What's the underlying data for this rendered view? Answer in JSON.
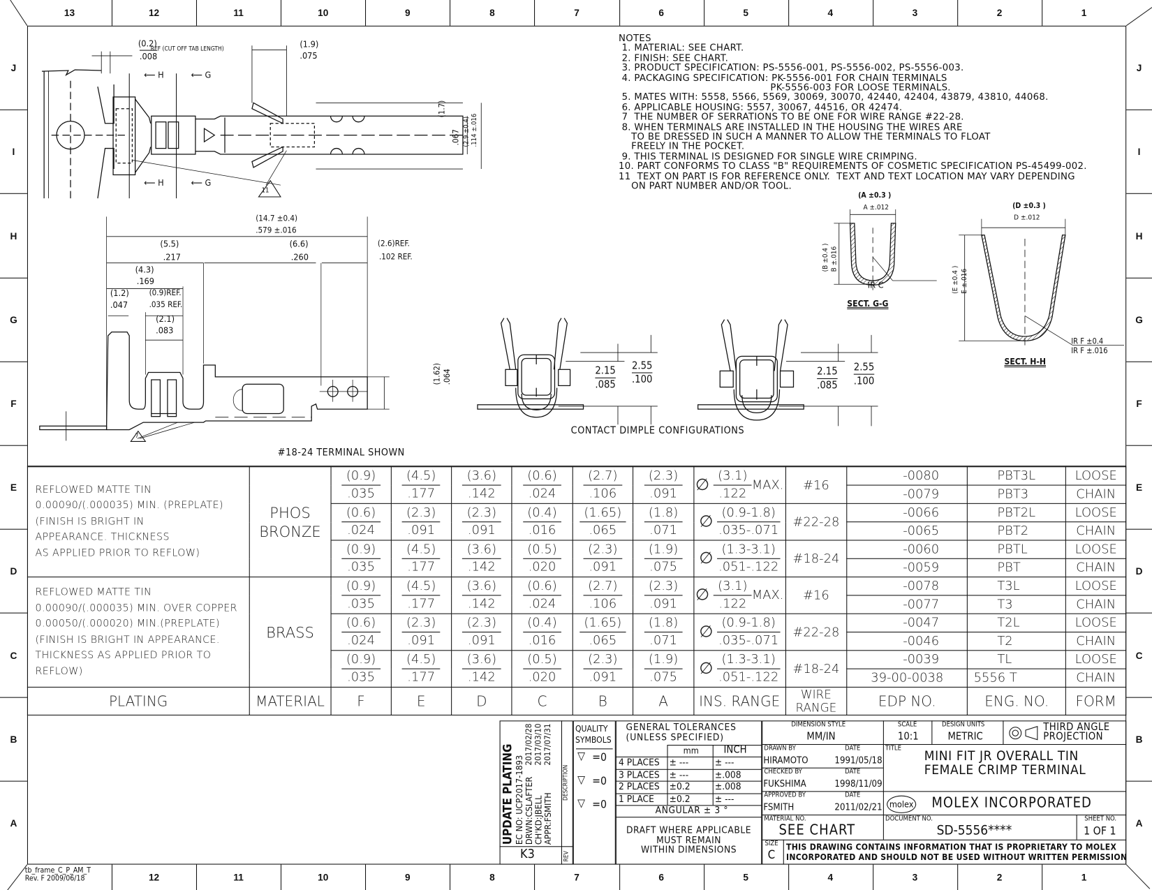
{
  "frame": {
    "columns": [
      "13",
      "12",
      "11",
      "10",
      "9",
      "8",
      "7",
      "6",
      "5",
      "4",
      "3",
      "2",
      "1"
    ],
    "rows": [
      "J",
      "I",
      "H",
      "G",
      "F",
      "E",
      "D",
      "C",
      "B",
      "A"
    ],
    "frame_label": [
      "tb_frame_C_P_AM_T",
      "Rev. F 2009/06/18"
    ]
  },
  "top_view": {
    "dim_cutoff": {
      "mm": "(0.2)",
      "in": ".008",
      "note": "REF (CUT OFF TAB LENGTH)"
    },
    "dim_serration": {
      "mm": "(1.9)",
      "in": ".075"
    },
    "dim_height": {
      "mm": "(1.7)",
      "in": ".067",
      "overall": "(2.9 ±0.4)",
      "overall_in": ".114 ±.016"
    },
    "section_h": "H",
    "section_g": "G",
    "callout_11": "11"
  },
  "side_view": {
    "overall": {
      "mm": "(14.7 ±0.4)",
      "in": ".579 ±.016"
    },
    "d1": {
      "mm": "(5.5)",
      "in": ".217"
    },
    "d2": {
      "mm": "(6.6)",
      "in": ".260"
    },
    "d3": {
      "mm": "(2.6)REF.",
      "in": ".102 REF."
    },
    "d4": {
      "mm": "(4.3)",
      "in": ".169"
    },
    "d5": {
      "mm": "(1.2)",
      "in": ".047"
    },
    "d6": {
      "mm": "(0.9)REF.",
      "in": ".035 REF."
    },
    "d7": {
      "mm": "(2.1)",
      "in": ".083"
    },
    "d8": {
      "mm": "(1.62)",
      "in": ".064"
    },
    "callout_7": "7",
    "caption": "#18-24 TERMINAL SHOWN"
  },
  "dimple": {
    "left": {
      "inner_mm": "2.15",
      "inner_in": ".085",
      "outer_mm": "2.55",
      "outer_in": ".100"
    },
    "right": {
      "inner_mm": "2.15",
      "inner_in": ".085",
      "outer_mm": "2.55",
      "outer_in": ".100"
    },
    "caption": "CONTACT DIMPLE CONFIGURATIONS"
  },
  "sections": {
    "gg": {
      "a_mm": "(A ±0.3 )",
      "a_in": "A ±.012",
      "b_mm": "(B ±0.4 )",
      "b_in": "B ±.016",
      "radius": "IR C",
      "title": "SECT. G-G"
    },
    "hh": {
      "d_mm": "(D ±0.3 )",
      "d_in": "D ±.012",
      "e_mm": "(E ±0.4 )",
      "e_in": "E ±.016",
      "radius_mm": "IR F ±0.4",
      "radius_in": "IR F ±.016",
      "title": "SECT. H-H"
    }
  },
  "notes": {
    "title": "NOTES",
    "lines": [
      " 1. MATERIAL: SEE CHART.",
      " 2. FINISH: SEE CHART.",
      " 3. PRODUCT SPECIFICATION: PS-5556-001, PS-5556-002, PS-5556-003.",
      " 4. PACKAGING SPECIFICATION: PK-5556-001 FOR CHAIN TERMINALS",
      "                                                PK-5556-003 FOR LOOSE TERMINALS.",
      " 5. MATES WITH: 5558, 5566, 5569, 30069, 30070, 42440, 42404, 43879, 43810, 44068.",
      " 6. APPLICABLE HOUSING: 5557, 30067, 44516, OR 42474.",
      " 7  THE NUMBER OF SERRATIONS TO BE ONE FOR WIRE RANGE #22-28.",
      " 8. WHEN TERMINALS ARE INSTALLED IN THE HOUSING THE WIRES ARE",
      "    TO BE DRESSED IN SUCH A MANNER TO ALLOW THE TERMINALS TO FLOAT",
      "    FREELY IN THE POCKET.",
      " 9. THIS TERMINAL IS DESIGNED FOR SINGLE WIRE CRIMPING.",
      "10. PART CONFORMS TO CLASS \"B\" REQUIREMENTS OF COSMETIC SPECIFICATION PS-45499-002.",
      "11  TEXT ON PART IS FOR REFERENCE ONLY.  TEXT AND TEXT LOCATION MAY VARY DEPENDING",
      "    ON PART NUMBER AND/OR TOOL."
    ]
  },
  "chart_data": {
    "type": "table",
    "title": "MINI FIT JR OVERALL TIN FEMALE CRIMP TERMINAL",
    "headers": [
      "PLATING",
      "MATERIAL",
      "F",
      "E",
      "D",
      "C",
      "B",
      "A",
      "INS. RANGE",
      "WIRE RANGE",
      "EDP NO.",
      "ENG. NO.",
      "FORM"
    ],
    "plating": [
      "REFLOWED MATTE TIN\n0.00090/(.000035) MIN. (PREPLATE)\n(FINISH IS BRIGHT IN\nAPPEARANCE. THICKNESS\nAS APPLIED PRIOR TO REFLOW)",
      "REFLOWED MATTE TIN\n0.00090/(.000035) MIN. OVER COPPER\n0.00050/(.000020) MIN.(PREPLATE)\n(FINISH IS BRIGHT IN APPEARANCE.\nTHICKNESS AS APPLIED PRIOR TO\nREFLOW)"
    ],
    "materials": [
      "PHOS\nBRONZE",
      "BRASS"
    ],
    "groups": [
      {
        "F": [
          "(0.9)",
          ".035"
        ],
        "E": [
          "(4.5)",
          ".177"
        ],
        "D": [
          "(3.6)",
          ".142"
        ],
        "C": [
          "(0.6)",
          ".024"
        ],
        "B": [
          "(2.7)",
          ".106"
        ],
        "A": [
          "(2.3)",
          ".091"
        ],
        "ins": [
          "(3.1)",
          ".122",
          "MAX."
        ],
        "wire": "#16"
      },
      {
        "F": [
          "(0.6)",
          ".024"
        ],
        "E": [
          "(2.3)",
          ".091"
        ],
        "D": [
          "(2.3)",
          ".091"
        ],
        "C": [
          "(0.4)",
          ".016"
        ],
        "B": [
          "(1.65)",
          ".065"
        ],
        "A": [
          "(1.8)",
          ".071"
        ],
        "ins": [
          "(0.9-1.8)",
          ".035-.071",
          ""
        ],
        "wire": "#22-28"
      },
      {
        "F": [
          "(0.9)",
          ".035"
        ],
        "E": [
          "(4.5)",
          ".177"
        ],
        "D": [
          "(3.6)",
          ".142"
        ],
        "C": [
          "(0.5)",
          ".020"
        ],
        "B": [
          "(2.3)",
          ".091"
        ],
        "A": [
          "(1.9)",
          ".075"
        ],
        "ins": [
          "(1.3-3.1)",
          ".051-.122",
          ""
        ],
        "wire": "#18-24"
      },
      {
        "F": [
          "(0.9)",
          ".035"
        ],
        "E": [
          "(4.5)",
          ".177"
        ],
        "D": [
          "(3.6)",
          ".142"
        ],
        "C": [
          "(0.6)",
          ".024"
        ],
        "B": [
          "(2.7)",
          ".106"
        ],
        "A": [
          "(2.3)",
          ".091"
        ],
        "ins": [
          "(3.1)",
          ".122",
          "MAX."
        ],
        "wire": "#16"
      },
      {
        "F": [
          "(0.6)",
          ".024"
        ],
        "E": [
          "(2.3)",
          ".091"
        ],
        "D": [
          "(2.3)",
          ".091"
        ],
        "C": [
          "(0.4)",
          ".016"
        ],
        "B": [
          "(1.65)",
          ".065"
        ],
        "A": [
          "(1.8)",
          ".071"
        ],
        "ins": [
          "(0.9-1.8)",
          ".035-.071",
          ""
        ],
        "wire": "#22-28"
      },
      {
        "F": [
          "(0.9)",
          ".035"
        ],
        "E": [
          "(4.5)",
          ".177"
        ],
        "D": [
          "(3.6)",
          ".142"
        ],
        "C": [
          "(0.5)",
          ".020"
        ],
        "B": [
          "(2.3)",
          ".091"
        ],
        "A": [
          "(1.9)",
          ".075"
        ],
        "ins": [
          "(1.3-3.1)",
          ".051-.122",
          ""
        ],
        "wire": "#18-24"
      }
    ],
    "parts": [
      {
        "edp": "-0080",
        "eng": "PBT3L",
        "form": "LOOSE"
      },
      {
        "edp": "-0079",
        "eng": "PBT3",
        "form": "CHAIN"
      },
      {
        "edp": "-0066",
        "eng": "PBT2L",
        "form": "LOOSE"
      },
      {
        "edp": "-0065",
        "eng": "PBT2",
        "form": "CHAIN"
      },
      {
        "edp": "-0060",
        "eng": "PBTL",
        "form": "LOOSE"
      },
      {
        "edp": "-0059",
        "eng": "PBT",
        "form": "CHAIN"
      },
      {
        "edp": "-0078",
        "eng": "T3L",
        "form": "LOOSE"
      },
      {
        "edp": "-0077",
        "eng": "T3",
        "form": "CHAIN"
      },
      {
        "edp": "-0047",
        "eng": "T2L",
        "form": "LOOSE"
      },
      {
        "edp": "-0046",
        "eng": "T2",
        "form": "CHAIN"
      },
      {
        "edp": "-0039",
        "eng": "TL",
        "form": "LOOSE"
      },
      {
        "edp": "39-00-0038",
        "eng": "5556 T",
        "form": "CHAIN"
      }
    ]
  },
  "revision": {
    "description": "UPDATE PLATING",
    "ec_no": "EC NO: UCP2017-1893",
    "drwn": "DRWN:CSLAFTER",
    "chkd": "CH'KD:JBELL",
    "appr": "APPR:FSMITH",
    "date1": "2017/02/28",
    "date2": "2017/03/10",
    "date3": "2017/07/31",
    "desc_label": "DESCRIPTION",
    "rev": "K3",
    "rev_label": "REV"
  },
  "title_block": {
    "quality_label": "QUALITY\nSYMBOLS",
    "quality_symbols": [
      "=0",
      "=0",
      "=0"
    ],
    "tolerances_title": "GENERAL TOLERANCES",
    "tolerances_sub": "(UNLESS SPECIFIED)",
    "tol_mm": "mm",
    "tol_inch": "INCH",
    "tol_rows": [
      {
        "label": "4 PLACES",
        "mm": "± ---",
        "in": "± ---"
      },
      {
        "label": "3 PLACES",
        "mm": "± ---",
        "in": "±.008"
      },
      {
        "label": "2 PLACES",
        "mm": "±0.2",
        "in": "±.008"
      },
      {
        "label": "1 PLACE",
        "mm": "±0.2",
        "in": "± ---"
      }
    ],
    "angular": "ANGULAR ± 3 °",
    "draft": "DRAFT WHERE APPLICABLE\nMUST REMAIN\nWITHIN DIMENSIONS",
    "dim_style_label": "DIMENSION STYLE",
    "dim_style": "MM/IN",
    "scale_label": "SCALE",
    "scale": "10:1",
    "units_label": "DESIGN UNITS",
    "units": "METRIC",
    "projection": "THIRD ANGLE\nPROJECTION",
    "drawn_label": "DRAWN BY",
    "drawn": "HIRAMOTO",
    "drawn_date": "1991/05/18",
    "checked_label": "CHECKED BY",
    "checked": "FUKSHIMA",
    "checked_date": "1998/11/09",
    "approved_label": "APPROVED BY",
    "approved": "FSMITH",
    "approved_date": "2011/02/21",
    "date_label": "DATE",
    "title_label": "TITLE",
    "title_line1": "MINI FIT JR OVERALL TIN",
    "title_line2": "FEMALE CRIMP TERMINAL",
    "company_logo": "molex",
    "company": "MOLEX INCORPORATED",
    "material_label": "MATERIAL NO.",
    "material": "SEE CHART",
    "document_label": "DOCUMENT NO.",
    "document": "SD-5556****",
    "sheet_label": "SHEET NO.",
    "sheet": "1 OF 1",
    "size_label": "SIZE",
    "size": "C",
    "proprietary": "THIS DRAWING CONTAINS INFORMATION THAT IS PROPRIETARY TO MOLEX\nINCORPORATED AND SHOULD NOT BE USED WITHOUT WRITTEN PERMISSION"
  }
}
